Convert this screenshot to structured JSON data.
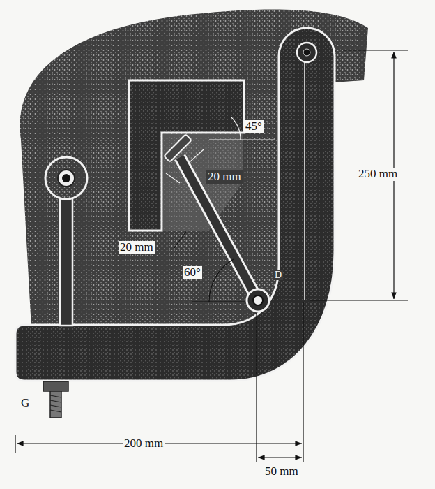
{
  "diagram": {
    "labels": [
      "45°",
      "250 mm",
      "20 mm",
      "20 mm",
      "60°",
      "D",
      "G",
      "200 mm",
      "50 mm"
    ]
  }
}
